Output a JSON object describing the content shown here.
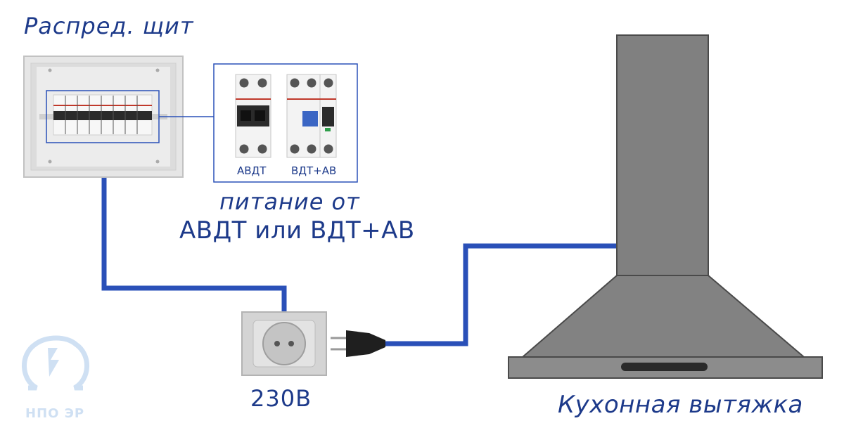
{
  "title": "Распред. щит",
  "caption": {
    "line1": "питание от",
    "line2": "АВДТ или ВДТ+АВ"
  },
  "breakers": [
    "АВДТ",
    "ВДТ+АВ"
  ],
  "socket_label": "230В",
  "hood_label": "Кухонная вытяжка",
  "logo": "НПО ЭР",
  "colors": {
    "wire": "#2a50b8",
    "text": "#1d3a8a",
    "hood": "#808080",
    "logo": "#cfe0f3"
  }
}
